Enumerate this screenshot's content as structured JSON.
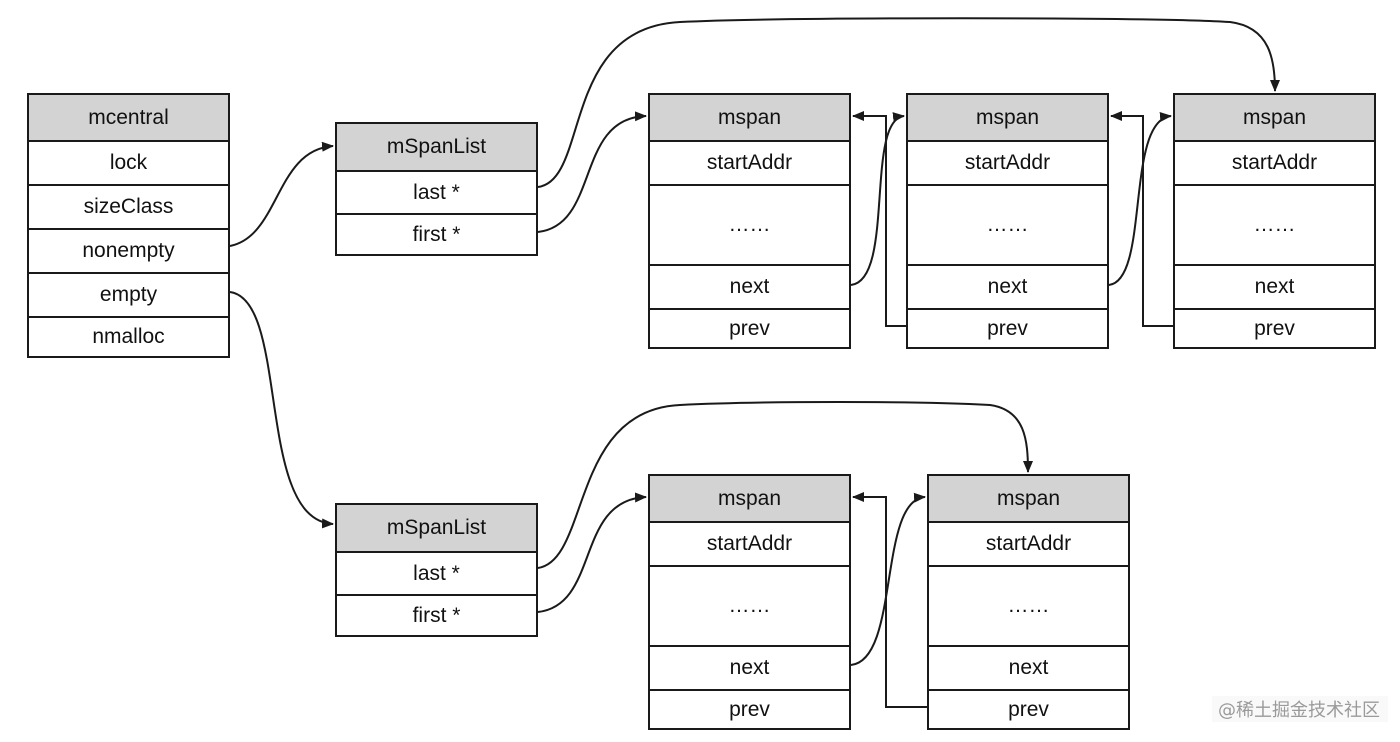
{
  "mcentral": {
    "title": "mcentral",
    "fields": [
      "lock",
      "sizeClass",
      "nonempty",
      "empty",
      "nmalloc"
    ]
  },
  "nonempty_list": {
    "title": "mSpanList",
    "last": "last *",
    "first": "first *",
    "spans": [
      {
        "title": "mspan",
        "start": "startAddr",
        "dots": "……",
        "next": "next",
        "prev": "prev"
      },
      {
        "title": "mspan",
        "start": "startAddr",
        "dots": "……",
        "next": "next",
        "prev": "prev"
      },
      {
        "title": "mspan",
        "start": "startAddr",
        "dots": "……",
        "next": "next",
        "prev": "prev"
      }
    ]
  },
  "empty_list": {
    "title": "mSpanList",
    "last": "last *",
    "first": "first *",
    "spans": [
      {
        "title": "mspan",
        "start": "startAddr",
        "dots": "……",
        "next": "next",
        "prev": "prev"
      },
      {
        "title": "mspan",
        "start": "startAddr",
        "dots": "……",
        "next": "next",
        "prev": "prev"
      }
    ]
  },
  "watermark": "@稀土掘金技术社区",
  "colors": {
    "header_fill": "#d3d3d3",
    "line": "#1a1a1a"
  }
}
